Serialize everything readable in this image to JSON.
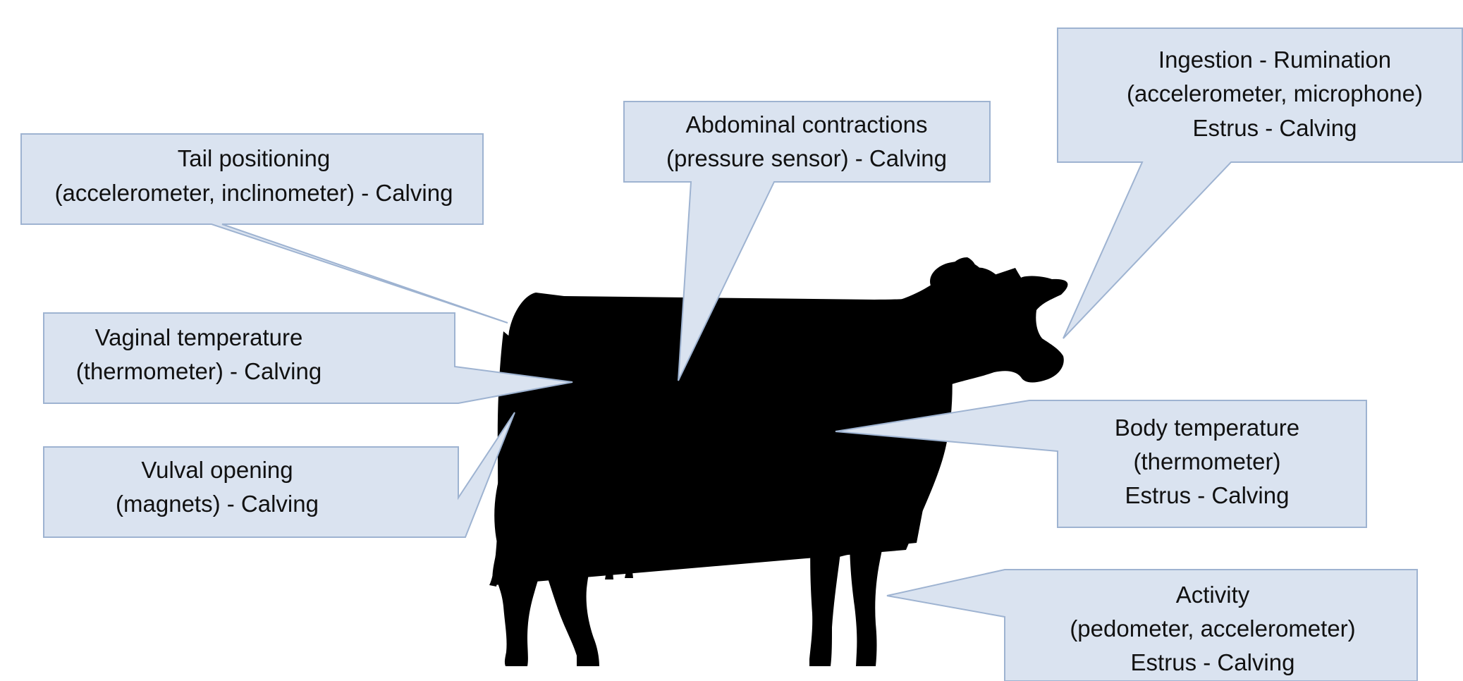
{
  "callouts": [
    {
      "id": "tail-positioning",
      "lines": [
        "Tail positioning",
        "(accelerometer, inclinometer) - Calving"
      ]
    },
    {
      "id": "abdominal-contractions",
      "lines": [
        "Abdominal contractions",
        "(pressure sensor) - Calving"
      ]
    },
    {
      "id": "ingestion-rumination",
      "lines": [
        "Ingestion - Rumination",
        "(accelerometer, microphone)",
        "Estrus - Calving"
      ]
    },
    {
      "id": "vaginal-temperature",
      "lines": [
        "Vaginal temperature",
        "(thermometer) - Calving"
      ]
    },
    {
      "id": "vulval-opening",
      "lines": [
        "Vulval opening",
        "(magnets) - Calving"
      ]
    },
    {
      "id": "body-temperature",
      "lines": [
        "Body temperature",
        "(thermometer)",
        "Estrus - Calving"
      ]
    },
    {
      "id": "activity",
      "lines": [
        "Activity",
        "(pedometer, accelerometer)",
        "Estrus - Calving"
      ]
    }
  ],
  "colors": {
    "callout_fill": "#dae3f0",
    "callout_border": "#9eb3d1",
    "silhouette": "#000000",
    "text": "#111111"
  }
}
